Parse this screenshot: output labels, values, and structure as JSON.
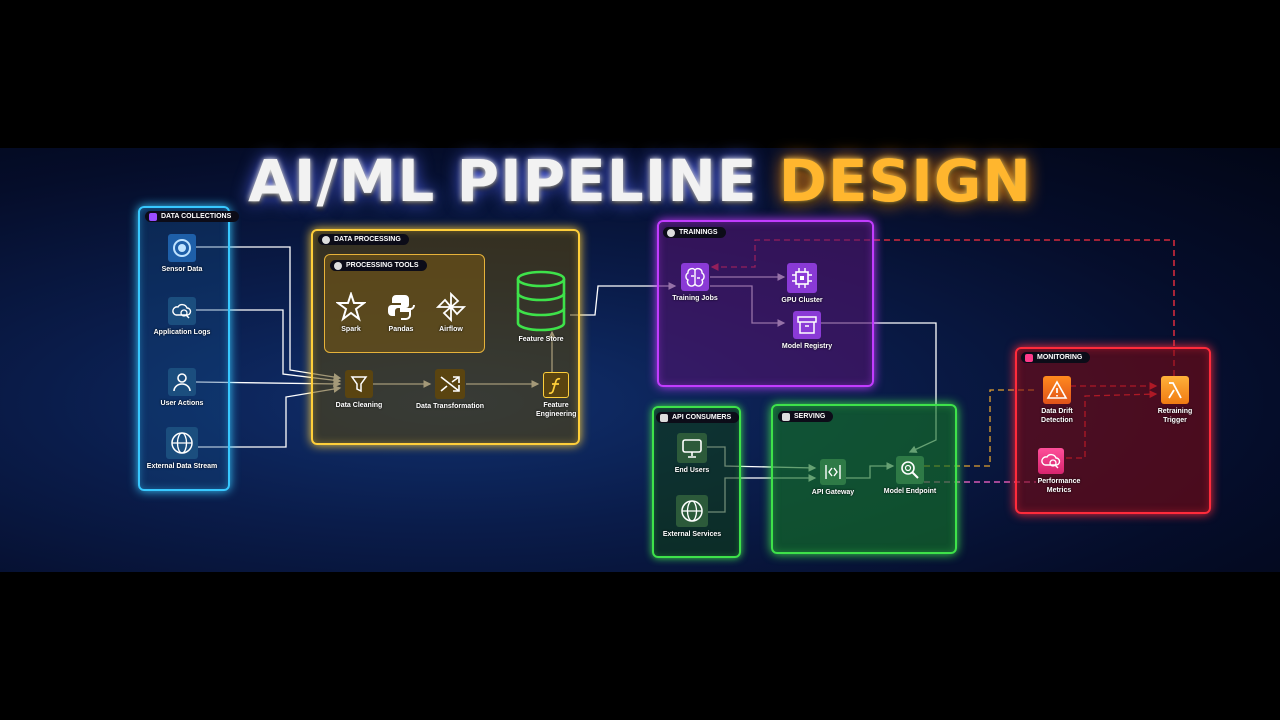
{
  "title": {
    "part1": "AI/ML PIPELINE",
    "part2": "DESIGN"
  },
  "colors": {
    "cyan": "#38c8ff",
    "yellow": "#ffcf3a",
    "purple": "#c23cff",
    "green": "#3ee24a",
    "red": "#ff2b3b",
    "orange": "#ffa726"
  },
  "data_collections": {
    "label": "DATA COLLECTIONS",
    "items": [
      {
        "label": "Sensor Data",
        "icon": "sensor-icon"
      },
      {
        "label": "Application Logs",
        "icon": "cloud-search-icon"
      },
      {
        "label": "User Actions",
        "icon": "user-icon"
      },
      {
        "label": "External Data Stream",
        "icon": "globe-icon"
      }
    ]
  },
  "data_processing": {
    "label": "DATA PROCESSING",
    "tools_label": "PROCESSING TOOLS",
    "tools": [
      {
        "label": "Spark",
        "icon": "spark-icon"
      },
      {
        "label": "Pandas",
        "icon": "python-icon"
      },
      {
        "label": "Airflow",
        "icon": "airflow-icon"
      }
    ],
    "steps": [
      {
        "label": "Data Cleaning",
        "icon": "filter-icon"
      },
      {
        "label": "Data Transformation",
        "icon": "shuffle-icon"
      },
      {
        "label": "Feature Engineering",
        "icon": "function-icon"
      }
    ],
    "store": {
      "label": "Feature Store",
      "icon": "database-icon"
    }
  },
  "trainings": {
    "label": "TRAININGS",
    "items": [
      {
        "label": "Training Jobs",
        "icon": "brain-icon"
      },
      {
        "label": "GPU Cluster",
        "icon": "chip-icon"
      },
      {
        "label": "Model Registry",
        "icon": "archive-icon"
      }
    ]
  },
  "api_consumers": {
    "label": "API CONSUMERS",
    "items": [
      {
        "label": "End Users",
        "icon": "monitor-icon"
      },
      {
        "label": "External Services",
        "icon": "globe-icon"
      }
    ]
  },
  "serving": {
    "label": "SERVING",
    "items": [
      {
        "label": "API Gateway",
        "icon": "gateway-icon"
      },
      {
        "label": "Model Endpoint",
        "icon": "search-icon"
      }
    ]
  },
  "monitoring": {
    "label": "MONITORING",
    "items": [
      {
        "label": "Data Drift Detection",
        "icon": "warning-icon"
      },
      {
        "label": "Performance Metrics",
        "icon": "cloud-search-icon"
      },
      {
        "label": "Retraining Trigger",
        "icon": "lambda-icon"
      }
    ]
  }
}
